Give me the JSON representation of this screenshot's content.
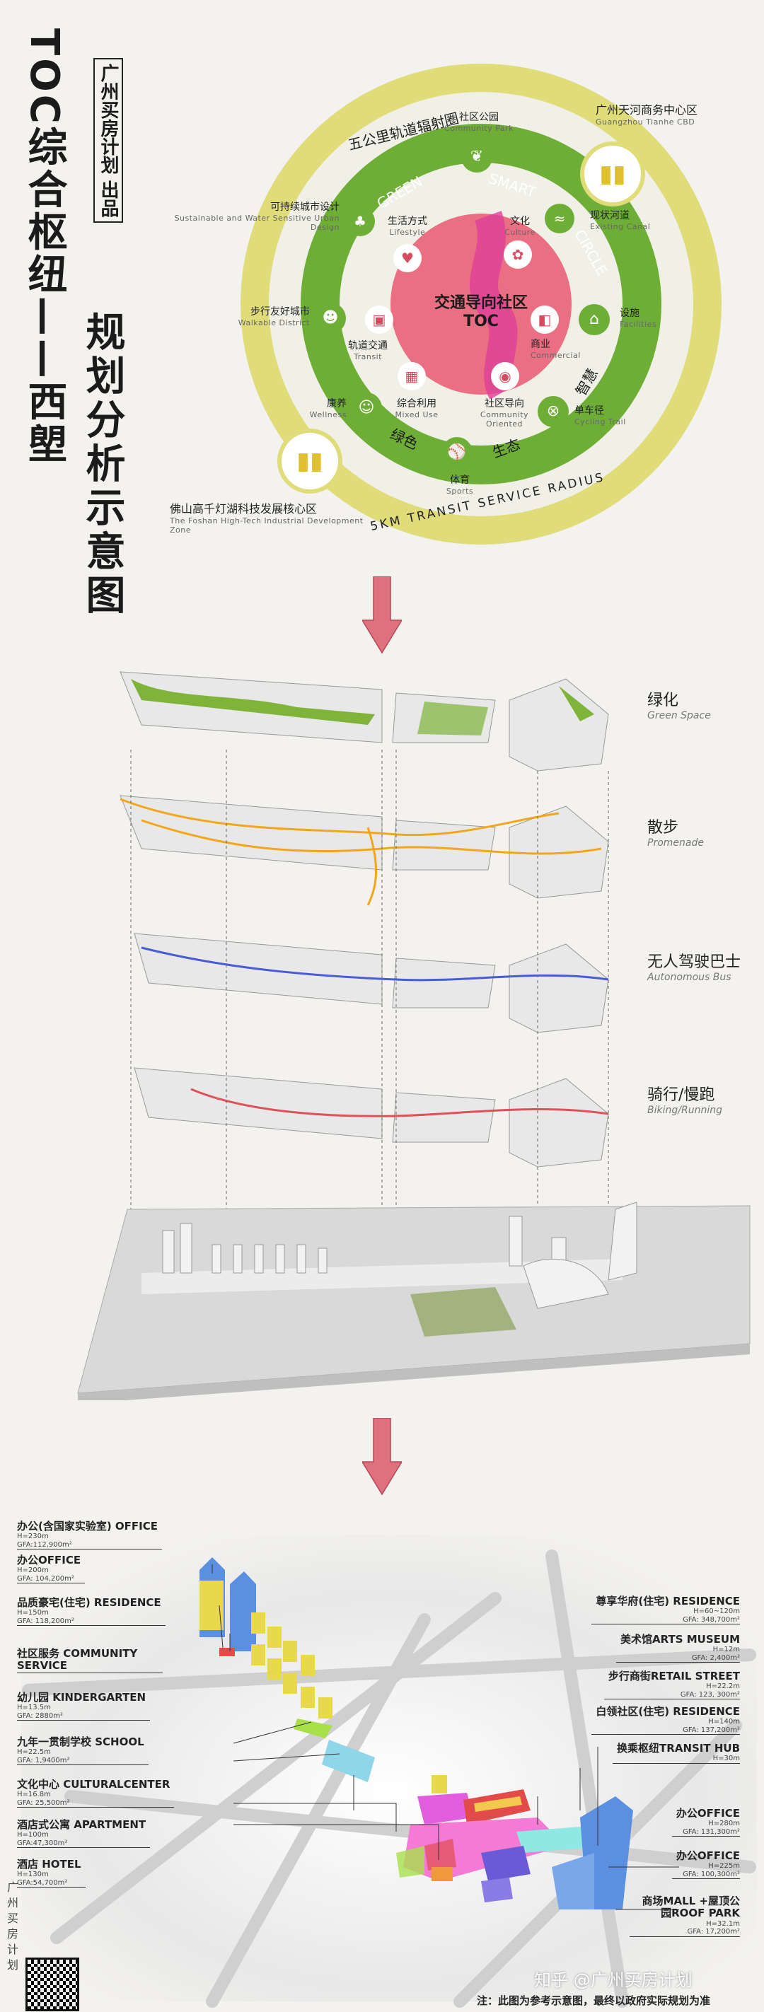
{
  "header": {
    "main_title": "TOC综合枢纽——西塱",
    "publisher": "广州买房计划 出品",
    "subtitle": "规划分析示意图"
  },
  "circle": {
    "outer_cn": "五公里轨道辐射圈",
    "outer_en": "5KM TRANSIT SERVICE RADIUS",
    "ring_words": [
      "GREEN",
      "SMART",
      "CIRCLE"
    ],
    "ring_cn": [
      "智慧",
      "生态",
      "绿色"
    ],
    "center_cn": "交通导向社区",
    "center_en": "TOC",
    "nodes": [
      {
        "cn": "社区公园",
        "en": "Community Park"
      },
      {
        "cn": "可持续城市设计",
        "en": "Sustainable and Water Sensitive Urban Design"
      },
      {
        "cn": "生活方式",
        "en": "Lifestyle"
      },
      {
        "cn": "文化",
        "en": "Culture"
      },
      {
        "cn": "现状河道",
        "en": "Existing Canal"
      },
      {
        "cn": "步行友好城市",
        "en": "Walkable District"
      },
      {
        "cn": "轨道交通",
        "en": "Transit"
      },
      {
        "cn": "设施",
        "en": "Facilities"
      },
      {
        "cn": "商业",
        "en": "Commercial"
      },
      {
        "cn": "康养",
        "en": "Wellness"
      },
      {
        "cn": "综合利用",
        "en": "Mixed Use"
      },
      {
        "cn": "社区导向",
        "en": "Community Oriented"
      },
      {
        "cn": "单车径",
        "en": "Cycling Trail"
      },
      {
        "cn": "体育",
        "en": "Sports"
      },
      {
        "cn": "广州天河商务中心区",
        "en": "Guangzhou Tianhe CBD"
      },
      {
        "cn": "佛山高千灯湖科技发展核心区",
        "en": "The Foshan High-Tech Industrial Development Zone"
      }
    ]
  },
  "layers": [
    {
      "cn": "绿化",
      "en": "Green Space",
      "color": "#7fb33a"
    },
    {
      "cn": "散步",
      "en": "Promenade",
      "color": "#f2a71b"
    },
    {
      "cn": "无人驾驶巴士",
      "en": "Autonomous Bus",
      "color": "#4a5bd6"
    },
    {
      "cn": "骑行/慢跑",
      "en": "Biking/Running",
      "color": "#e0505a"
    }
  ],
  "left_labels": [
    {
      "t": "办公(含国家实验室) OFFICE",
      "s": "H=230m",
      "s2": "GFA:112,900m²"
    },
    {
      "t": "办公OFFICE",
      "s": "H=200m",
      "s2": "GFA: 104,200m²"
    },
    {
      "t": "品质豪宅(住宅) RESIDENCE",
      "s": "H=150m",
      "s2": "GFA: 118,200m²"
    },
    {
      "t": "社区服务 COMMUNITY SERVICE",
      "s": "",
      "s2": ""
    },
    {
      "t": "幼儿园 KINDERGARTEN",
      "s": "H=13.5m",
      "s2": "GFA: 2880m²"
    },
    {
      "t": "九年一贯制学校 SCHOOL",
      "s": "H=22.5m",
      "s2": "GFA: 1,9400m²"
    },
    {
      "t": "文化中心 CULTURALCENTER",
      "s": "H=16.8m",
      "s2": "GFA: 25,500m²"
    },
    {
      "t": "酒店式公寓 APARTMENT",
      "s": "H=100m",
      "s2": "GFA:47,300m²"
    },
    {
      "t": "酒店 HOTEL",
      "s": "H=130m",
      "s2": "GFA:54,700m²"
    }
  ],
  "right_labels": [
    {
      "t": "尊享华府(住宅) RESIDENCE",
      "s": "H=60~120m",
      "s2": "GFA: 348,700m²"
    },
    {
      "t": "美术馆ARTS MUSEUM",
      "s": "H=12m",
      "s2": "GFA: 2,400m²"
    },
    {
      "t": "步行商街RETAIL STREET",
      "s": "H=22.2m",
      "s2": "GFA: 123, 300m²"
    },
    {
      "t": "白领社区(住宅) RESIDENCE",
      "s": "H=140m",
      "s2": "GFA: 137,200m²"
    },
    {
      "t": "换乘枢纽TRANSIT HUB",
      "s": "H=30m",
      "s2": ""
    },
    {
      "t": "办公OFFICE",
      "s": "H=280m",
      "s2": "GFA: 131,300m²"
    },
    {
      "t": "办公OFFICE",
      "s": "H=225m",
      "s2": "GFA: 100,300m²"
    },
    {
      "t": "商场MALL +屋顶公园ROOF PARK",
      "s": "H=32.1m",
      "s2": "GFA: 17,200m²"
    }
  ],
  "footer": {
    "side_brand": "广州买房计划",
    "watermark": "知乎 @广州买房计划",
    "note": "注：此图为参考示意图，最终以政府实际规划为准"
  },
  "colors": {
    "ring_yellow": "#e0dc7a",
    "ring_green": "#6fae36",
    "center_pink": "#ea6f82",
    "arrow": "#e0707e"
  }
}
